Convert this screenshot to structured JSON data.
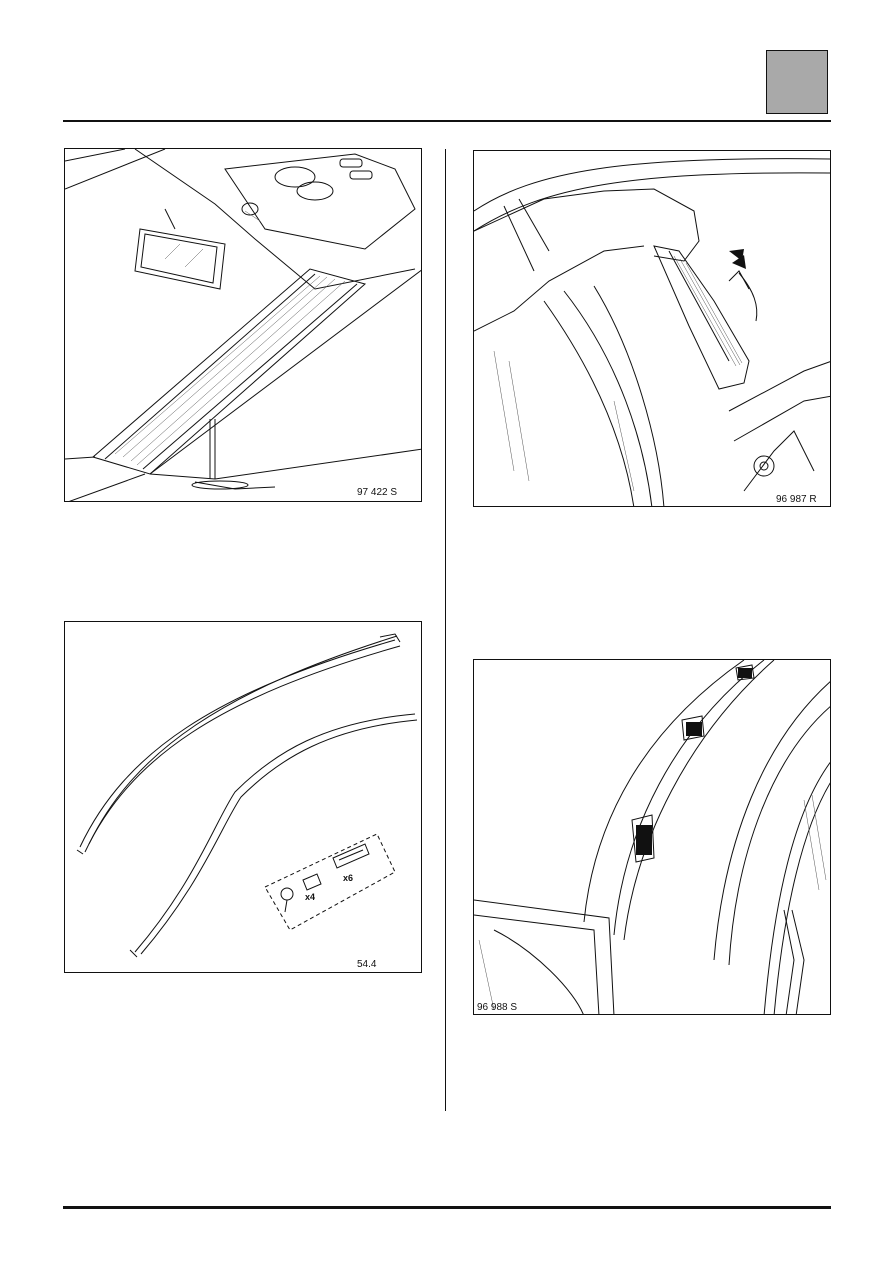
{
  "header": {
    "tab_color": "#a9a9a9"
  },
  "figures": [
    {
      "label": "97 422 S"
    },
    {
      "label": "96 987 R"
    },
    {
      "label": "54.4",
      "part_counts": [
        "x4",
        "x6"
      ]
    },
    {
      "label": "96 988 S"
    }
  ]
}
